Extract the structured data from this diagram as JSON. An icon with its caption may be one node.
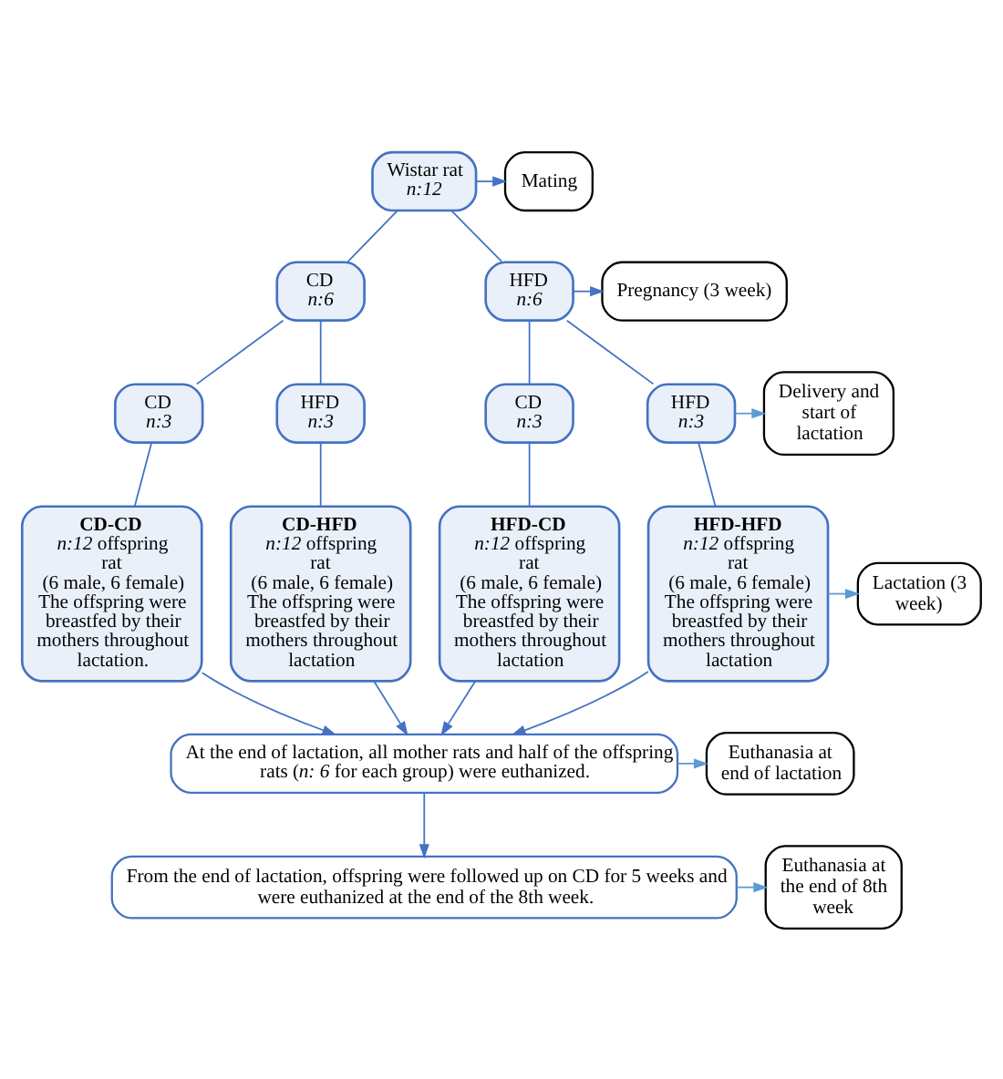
{
  "diagram": {
    "nodes": [
      {
        "text": [
          "Wistar rat",
          "*n:12*"
        ]
      },
      {
        "text": [
          "Mating"
        ]
      },
      {
        "text": [
          "CD",
          "*n:6*"
        ]
      },
      {
        "text": [
          "HFD",
          "*n:6*"
        ]
      },
      {
        "text": [
          "Pregnancy (3 week)"
        ]
      },
      {
        "text": [
          "CD",
          "*n:3*"
        ]
      },
      {
        "text": [
          "HFD",
          "*n:3*"
        ]
      },
      {
        "text": [
          "CD",
          "*n:3*"
        ]
      },
      {
        "text": [
          "HFD",
          "*n:3*"
        ]
      },
      {
        "text": [
          "Delivery and start of lactation"
        ]
      },
      {
        "text": [
          "CD-CD",
          "*n:12* offspring rat",
          "(6 male, 6 female)",
          "The offspring were breastfed by their mothers throughout lactation."
        ]
      },
      {
        "text": [
          "CD-HFD",
          "*n:12* offspring rat",
          "(6 male, 6 female)",
          "The offspring were breastfed by their mothers throughout lactation"
        ]
      },
      {
        "text": [
          "HFD-CD",
          "*n:12* offspring rat",
          "(6 male, 6 female)",
          "The offspring were breastfed by their mothers throughout lactation"
        ]
      },
      {
        "text": [
          "HFD-HFD",
          "*n:12* offspring rat",
          "(6 male, 6 female)",
          "The offspring were breastfed by their mothers throughout lactation"
        ]
      },
      {
        "text": [
          "Lactation (3 week)"
        ]
      },
      {
        "text": [
          "At the end of lactation, all mother rats and half of the offspring rats (*n: 6* for each group) were euthanized."
        ]
      },
      {
        "text": [
          "Euthanasia at end of lactation"
        ]
      },
      {
        "text": [
          "From the end of lactation, offspring were followed up on CD for 5 weeks and were euthanized at the end of the 8th week."
        ]
      },
      {
        "text": [
          "Euthanasia at the end of 8th week"
        ]
      }
    ],
    "edges": [
      {
        "from": 0,
        "to": 1,
        "arrow": "to"
      },
      {
        "from": 0,
        "to": 2,
        "arrow": "none"
      },
      {
        "from": 0,
        "to": 3,
        "arrow": "none"
      },
      {
        "from": 3,
        "to": 4,
        "arrow": "to"
      },
      {
        "from": 2,
        "to": 5,
        "arrow": "none"
      },
      {
        "from": 2,
        "to": 6,
        "arrow": "none"
      },
      {
        "from": 3,
        "to": 7,
        "arrow": "none"
      },
      {
        "from": 3,
        "to": 8,
        "arrow": "none"
      },
      {
        "from": 8,
        "to": 9,
        "arrow": "to",
        "color": "#5b9bd5"
      },
      {
        "from": 5,
        "to": 10,
        "arrow": "none"
      },
      {
        "from": 6,
        "to": 11,
        "arrow": "none"
      },
      {
        "from": 7,
        "to": 12,
        "arrow": "none"
      },
      {
        "from": 8,
        "to": 13,
        "arrow": "none"
      },
      {
        "from": 13,
        "to": 14,
        "arrow": "to",
        "color": "#5b9bd5"
      },
      {
        "from": 10,
        "to": 15,
        "arrow": "to"
      },
      {
        "from": 11,
        "to": 15,
        "arrow": "to"
      },
      {
        "from": 12,
        "to": 15,
        "arrow": "to"
      },
      {
        "from": 13,
        "to": 15,
        "arrow": "to"
      },
      {
        "from": 15,
        "to": 16,
        "arrow": "to",
        "color": "#5b9bd5"
      },
      {
        "from": 15,
        "to": 17,
        "arrow": "to"
      },
      {
        "from": 17,
        "to": 18,
        "arrow": "to",
        "color": "#5b9bd5"
      }
    ]
  }
}
